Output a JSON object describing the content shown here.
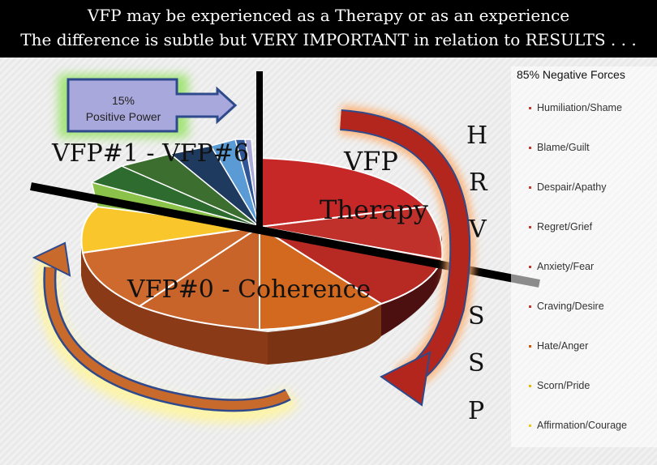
{
  "header": {
    "line1": "VFP may be experienced as a Therapy or as an experience",
    "line2": "The difference is subtle but VERY IMPORTANT in relation to RESULTS . . ."
  },
  "callout": {
    "percent": "15%",
    "label": "Positive Power"
  },
  "labels": {
    "vfp_range": "VFP#1 - VFP#6",
    "therapy_line1": "VFP",
    "therapy_line2": "Therapy",
    "coherence": "VFP#0 - Coherence"
  },
  "side_letters": [
    "H",
    "R",
    "V",
    "S",
    "S",
    "P"
  ],
  "legend": {
    "title": "85% Negative Forces",
    "items": [
      {
        "label": "Humiliation/Shame",
        "color": "#c0392b"
      },
      {
        "label": "Blame/Guilt",
        "color": "#c0392b"
      },
      {
        "label": "Despair/Apathy",
        "color": "#c0392b"
      },
      {
        "label": "Regret/Grief",
        "color": "#c0392b"
      },
      {
        "label": "Anxiety/Fear",
        "color": "#c0392b"
      },
      {
        "label": "Craving/Desire",
        "color": "#c0392b"
      },
      {
        "label": "Hate/Anger",
        "color": "#d35400"
      },
      {
        "label": "Scorn/Pride",
        "color": "#e6b800"
      },
      {
        "label": "Affirmation/Courage",
        "color": "#f5c518"
      }
    ]
  }
}
